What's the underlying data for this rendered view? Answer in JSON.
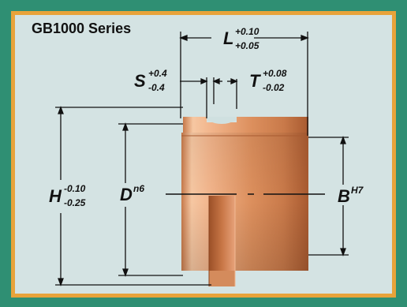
{
  "title": "GB1000 Series",
  "dimensions": {
    "L": {
      "symbol": "L",
      "upper": "+0.10",
      "lower": "+0.05"
    },
    "S": {
      "symbol": "S",
      "upper": "+0.4",
      "lower": "-0.4"
    },
    "T": {
      "symbol": "T",
      "upper": "+0.08",
      "lower": "-0.02"
    },
    "H": {
      "symbol": "H",
      "upper": "-0.10",
      "lower": "-0.25"
    },
    "D": {
      "symbol": "D",
      "fit": "n6"
    },
    "B": {
      "symbol": "B",
      "fit": "H7"
    }
  },
  "colors": {
    "background": "#2f8f73",
    "panel": "#d4e3e3",
    "border": "#e8a33a",
    "copper_light": "#f3b68a",
    "copper_mid": "#d98a58",
    "copper_dark": "#a85a30"
  }
}
